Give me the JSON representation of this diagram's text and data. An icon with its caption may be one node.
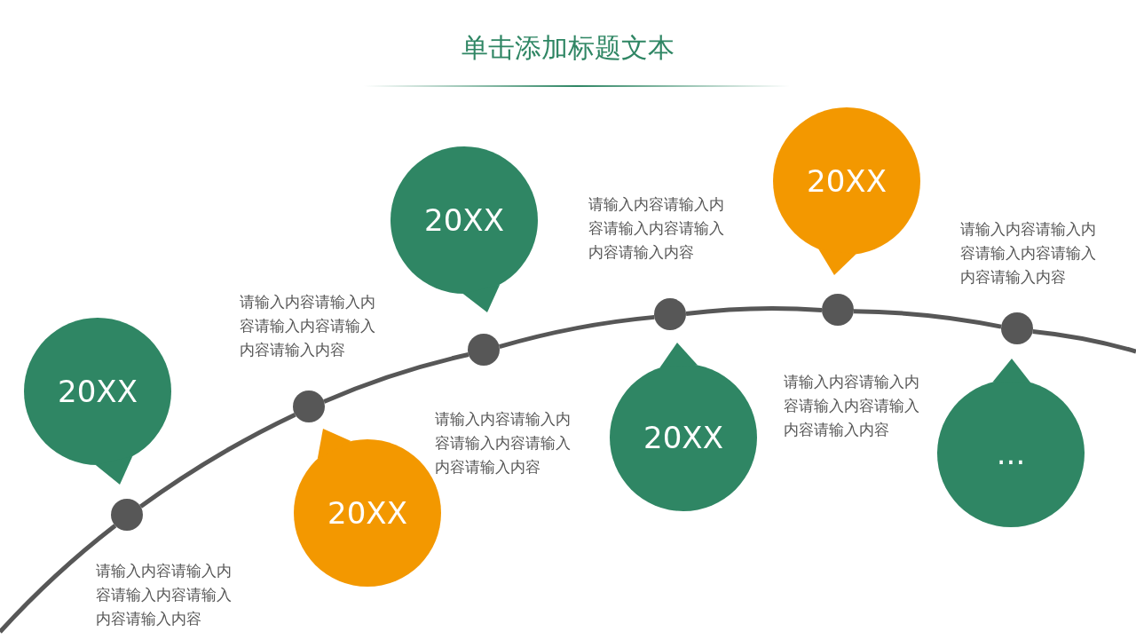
{
  "diagram": {
    "title": "单击添加标题文本",
    "nodes": [
      {
        "text": [
          "20XX"
        ]
      },
      {
        "text": [],
        "shape": "circle"
      },
      {
        "text": [],
        "shape": "circle"
      },
      {
        "text": [
          "20XX"
        ]
      },
      {
        "text": [
          "20XX"
        ]
      },
      {
        "text": [],
        "shape": "circle"
      },
      {
        "text": [],
        "shape": "circle"
      },
      {
        "text": [
          "20XX"
        ]
      },
      {
        "text": [
          "20XX"
        ]
      },
      {
        "text": [],
        "shape": "circle"
      },
      {
        "text": [],
        "shape": "circle"
      },
      {
        "text": [
          "..."
        ]
      }
    ],
    "edges": [
      {
        "from": null,
        "to": 1,
        "arrow": "none"
      },
      {
        "from": 1,
        "to": 2,
        "arrow": "none"
      },
      {
        "from": 2,
        "to": 5,
        "arrow": "none"
      },
      {
        "from": 5,
        "to": 6,
        "arrow": "none"
      },
      {
        "from": 6,
        "to": 9,
        "arrow": "none"
      },
      {
        "from": 9,
        "to": 10,
        "arrow": "none"
      },
      {
        "from": 10,
        "to": null,
        "arrow": "none"
      }
    ],
    "labels": [
      "请输入内容请输入内容请输入内容请输入内容请输入内容",
      "请输入内容请输入内容请输入内容请输入内容请输入内容",
      "请输入内容请输入内容请输入内容请输入内容请输入内容",
      "请输入内容请输入内容请输入内容请输入内容请输入内容",
      "请输入内容请输入内容请输入内容请输入内容请输入内容",
      "请输入内容请输入内容请输入内容请输入内容请输入内容"
    ]
  }
}
